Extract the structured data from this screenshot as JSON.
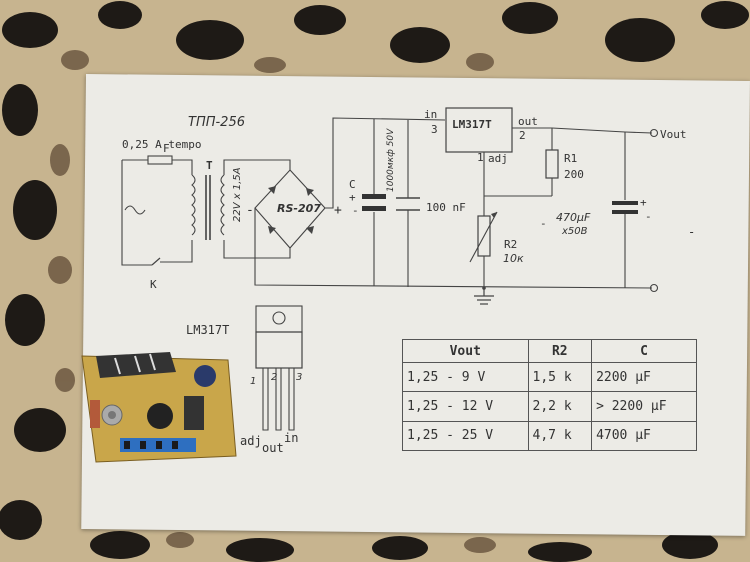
{
  "schematic": {
    "title": "ТПП-256",
    "fuse_label": "F",
    "fuse_rating": "0,25 A tempo",
    "transformer_label": "T",
    "secondary_voltage": "22V x 1,5A",
    "switch_label": "K",
    "bridge_label": "RS-207",
    "plus_sign": "+",
    "minus_sign": "-",
    "cap_c_label": "C",
    "cap_c_value": "1000мкф 50V",
    "cap_100n_value": "100 nF",
    "regulator_name": "LM317T",
    "pin_in_label": "in",
    "pin_in_number": "3",
    "pin_out_label": "out",
    "pin_out_number": "2",
    "pin_adj_number": "1",
    "pin_adj_label": "adj",
    "r1_label": "R1",
    "r1_value": "200",
    "r2_label": "R2",
    "r2_value": "10к",
    "cap_out_value": "470µF",
    "cap_out_voltage": "x50B",
    "vout_label": "Vout"
  },
  "pinout": {
    "title": "LM317T",
    "pin_numbers": [
      "1",
      "2",
      "3"
    ],
    "pin_names": [
      "adj",
      "out",
      "in"
    ]
  },
  "table": {
    "headers": [
      "Vout",
      "R2",
      "C"
    ],
    "rows": [
      [
        "1,25 - 9 V",
        "1,5 k",
        "2200 µF"
      ],
      [
        "1,25 - 12 V",
        "2,2 k",
        "> 2200 µF"
      ],
      [
        "1,25 - 25 V",
        "4,7 k",
        "4700 µF"
      ]
    ]
  },
  "colors": {
    "paper": "#ecebe6",
    "ink": "#333333",
    "pcb": "#c9a64a",
    "terminal_block": "#2e6fc0"
  }
}
